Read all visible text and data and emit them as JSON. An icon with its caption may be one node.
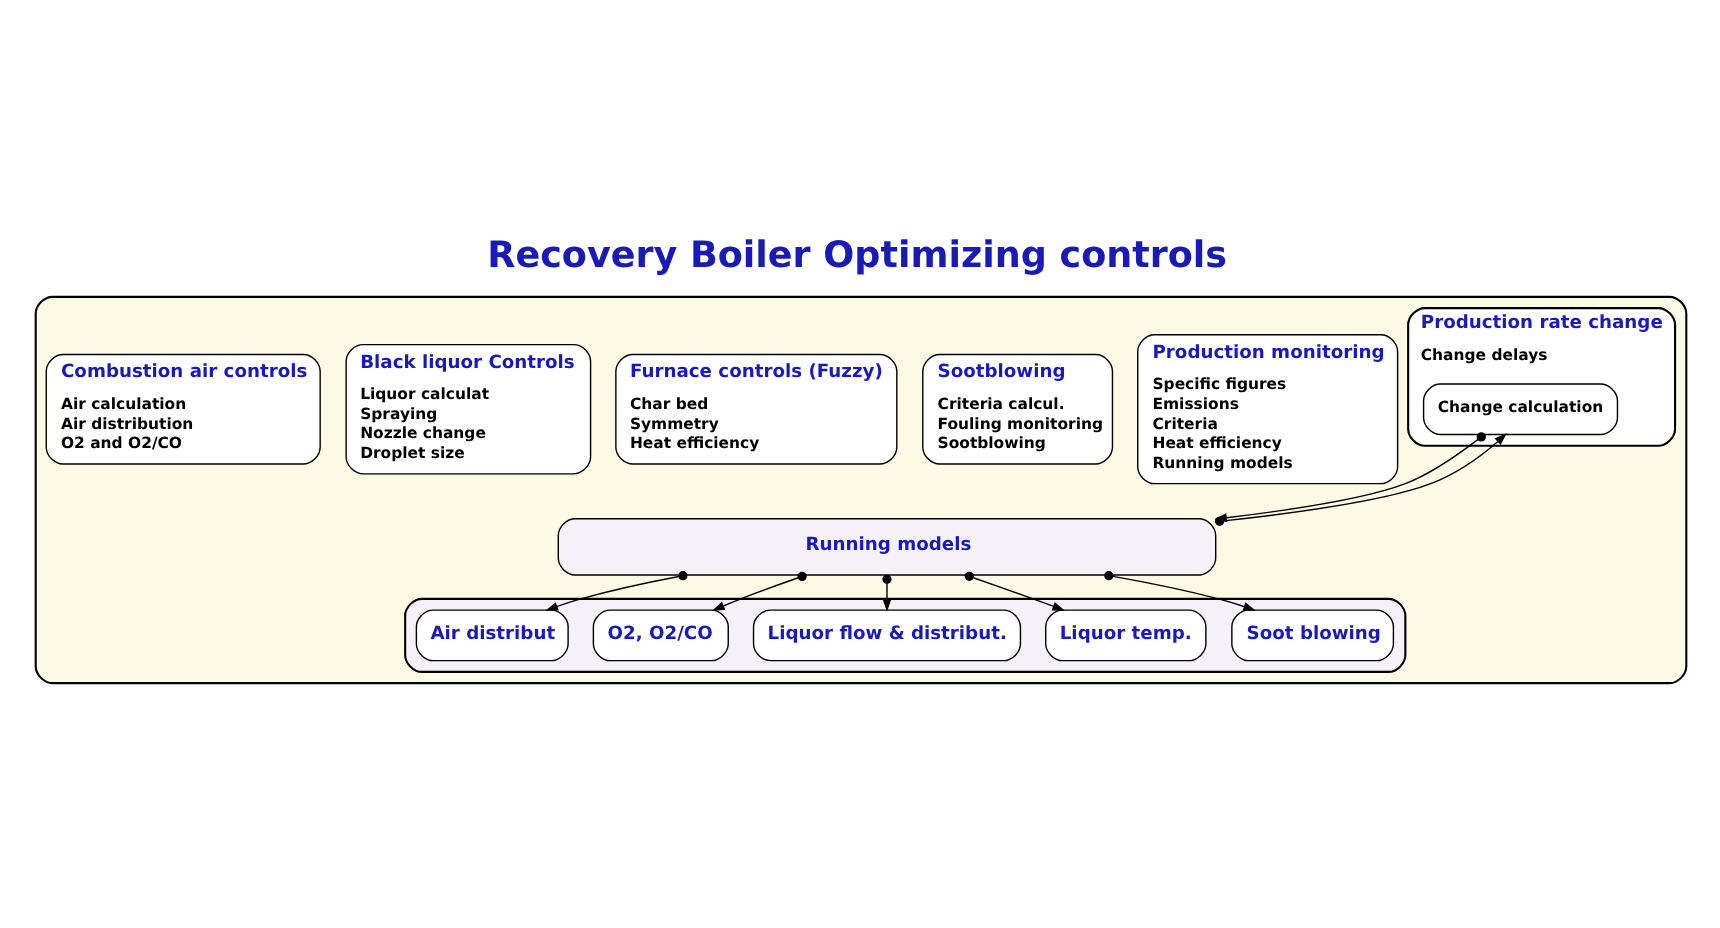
{
  "diagram": {
    "title": "Recovery Boiler Optimizing controls",
    "nodes": [
      {
        "text": [],
        "shape": "box"
      },
      {
        "text": [
          "Production rate change",
          "Change delays"
        ],
        "in": 0
      },
      {
        "text": [
          "Combustion air controls",
          "Air calculation",
          "Air distribution",
          "O2 and O2/CO"
        ],
        "in": 0
      },
      {
        "text": [
          "Black liquor Controls",
          "Liquor calculat",
          "Spraying",
          "Nozzle change",
          "Droplet size"
        ],
        "in": 0
      },
      {
        "text": [
          "Furnace controls (Fuzzy)",
          "Char bed",
          "Symmetry",
          "Heat efficiency"
        ],
        "in": 0
      },
      {
        "text": [
          "Sootblowing",
          "Criteria calcul.",
          "Fouling monitoring",
          "Sootblowing"
        ],
        "in": 0
      },
      {
        "text": [
          "Production monitoring",
          "Specific figures",
          "Emissions",
          "Criteria",
          "Heat efficiency",
          "Running models"
        ],
        "in": 0
      },
      {
        "text": [
          "Change calculation"
        ],
        "in": 1
      },
      {
        "text": [
          "Running models"
        ],
        "in": 0
      },
      {
        "text": [],
        "shape": "box",
        "in": 0
      },
      {
        "text": [
          "Air distribut"
        ],
        "in": 9
      },
      {
        "text": [
          "O2, O2/CO"
        ],
        "in": 9
      },
      {
        "text": [
          "Liquor flow & distribut."
        ],
        "in": 9
      },
      {
        "text": [
          "Liquor temp."
        ],
        "in": 9
      },
      {
        "text": [
          "Soot blowing"
        ],
        "in": 9
      }
    ],
    "edges": [
      {
        "from": 7,
        "to": 8,
        "arrow": "to"
      },
      {
        "from": 8,
        "to": 7,
        "arrow": "to"
      },
      {
        "from": 8,
        "to": 10,
        "arrow": "to"
      },
      {
        "from": 8,
        "to": 11,
        "arrow": "to"
      },
      {
        "from": 8,
        "to": 12,
        "arrow": "to"
      },
      {
        "from": 8,
        "to": 13,
        "arrow": "to"
      },
      {
        "from": 8,
        "to": 14,
        "arrow": "to"
      }
    ]
  }
}
